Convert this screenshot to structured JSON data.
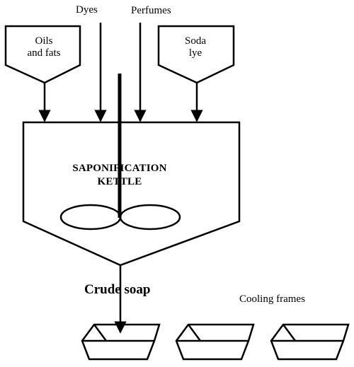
{
  "inputs": {
    "dyes": "Dyes",
    "perfumes": "Perfumes",
    "oils_line1": "Oils",
    "oils_line2": "and fats",
    "soda_line1": "Soda",
    "soda_line2": "lye"
  },
  "kettle": {
    "line1": "SAPONIFICATION",
    "line2": "KETTLE"
  },
  "output": {
    "crude_soap": "Crude soap",
    "cooling_frames": "Cooling frames"
  },
  "colors": {
    "ink": "#000000",
    "background": "#ffffff"
  }
}
